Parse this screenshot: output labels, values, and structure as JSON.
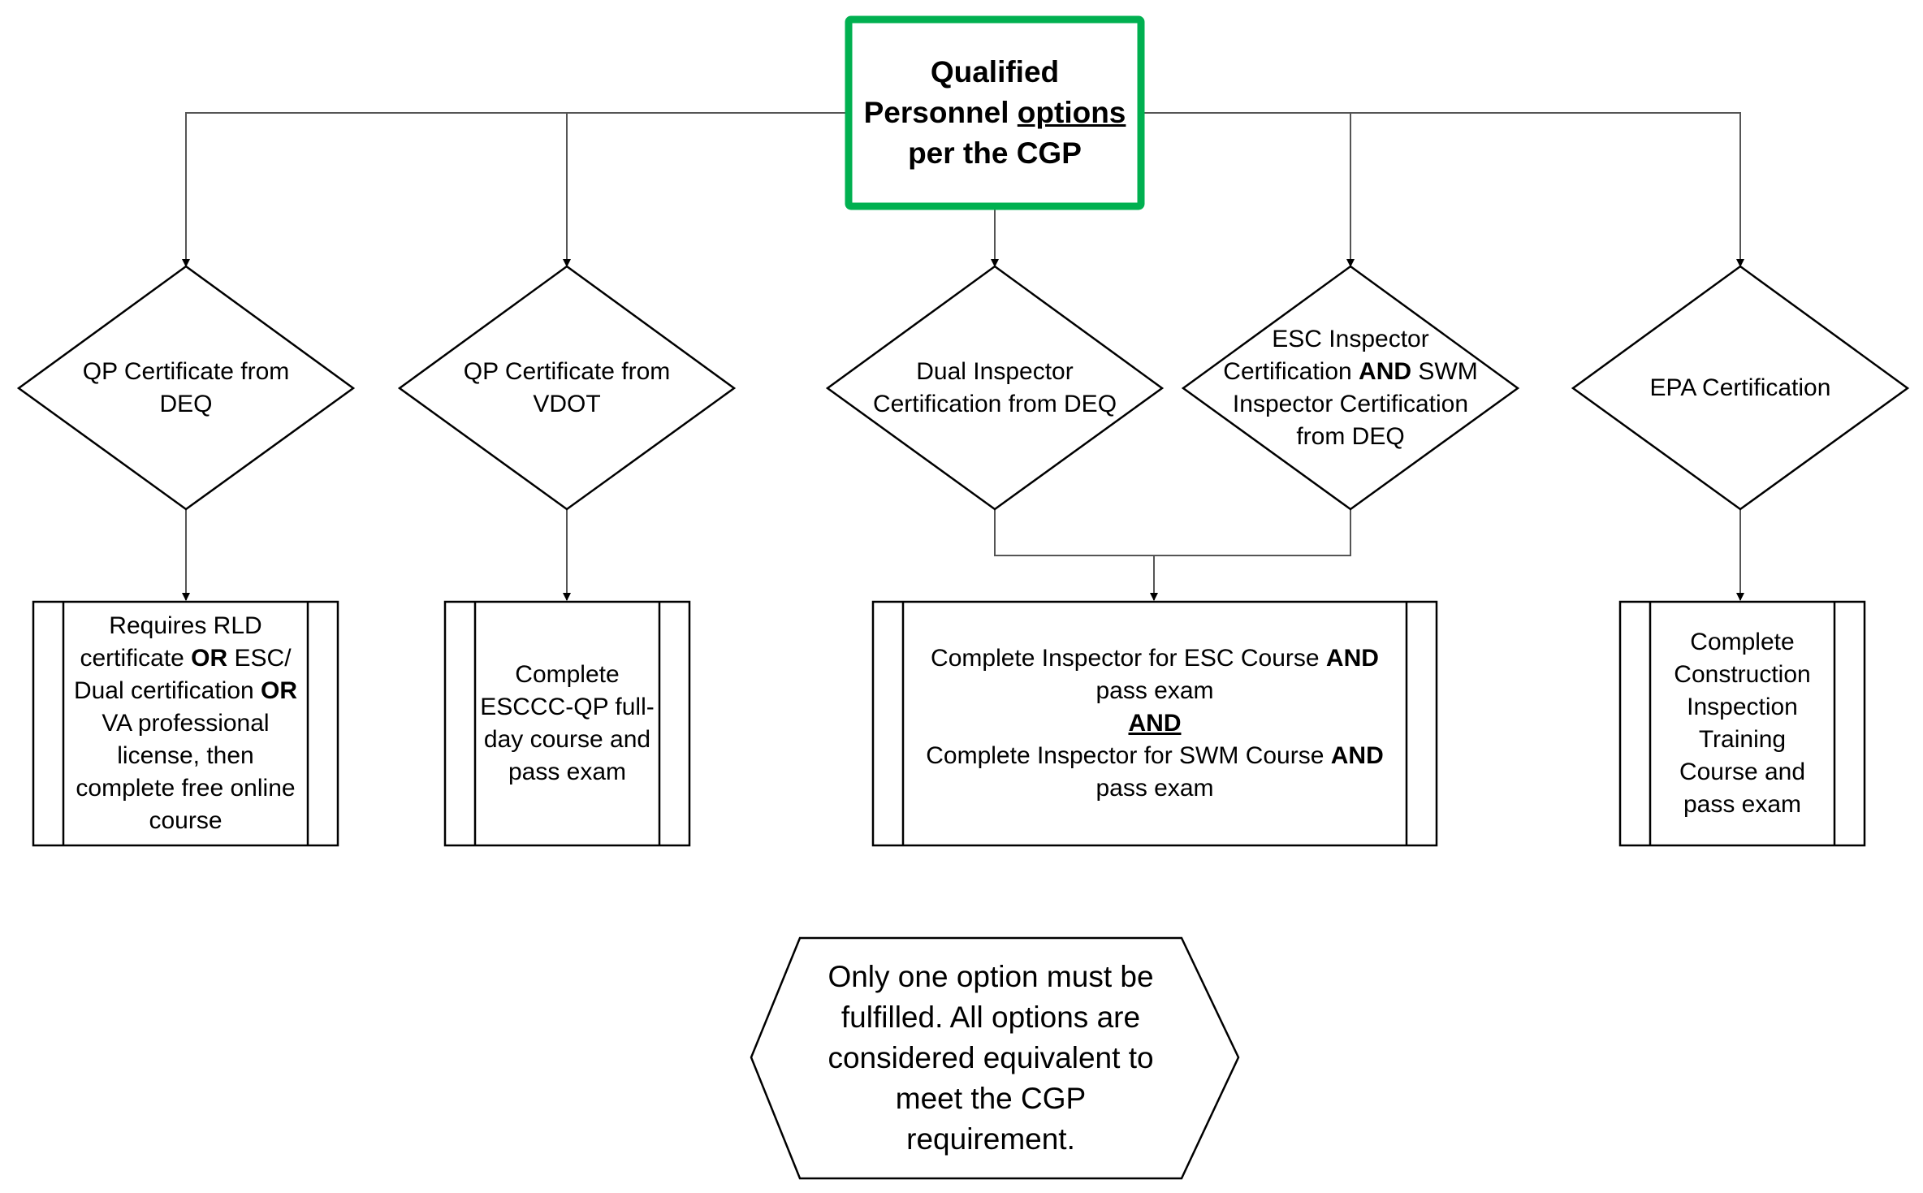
{
  "root": {
    "line1": "Qualified",
    "line2_pre": "Personnel ",
    "line2_u": "options",
    "line3": "per the CGP",
    "border_color": "#00b050"
  },
  "decisions": [
    {
      "id": "qp-deq",
      "lines": [
        "QP Certificate from",
        "DEQ"
      ]
    },
    {
      "id": "qp-vdot",
      "lines": [
        "QP Certificate from",
        "VDOT"
      ]
    },
    {
      "id": "dual",
      "lines": [
        "Dual Inspector",
        "Certification from DEQ"
      ]
    },
    {
      "id": "esc-swm",
      "l1": "ESC Inspector",
      "l2_pre": "Certification ",
      "l2_bold": "AND",
      "l2_post": " SWM",
      "l3": "Inspector Certification",
      "l4": "from DEQ"
    },
    {
      "id": "epa",
      "lines": [
        "EPA Certification"
      ]
    }
  ],
  "processes": {
    "p1": {
      "l1": "Requires RLD",
      "l2_pre": "certificate ",
      "l2_bold": "OR",
      "l2_post": " ESC/",
      "l3_pre": "Dual certification ",
      "l3_bold": "OR",
      "l4": "VA professional",
      "l5": "license, then",
      "l6": "complete free online",
      "l7": "course"
    },
    "p2": {
      "lines": [
        "Complete",
        "ESCCC-QP full-",
        "day course and",
        "pass exam"
      ]
    },
    "p3": {
      "l1_pre": "Complete Inspector for ESC Course ",
      "l1_bold": "AND",
      "l2": "pass exam",
      "l3": "AND",
      "l4_pre": "Complete Inspector for SWM Course ",
      "l4_bold": "AND",
      "l5": "pass exam"
    },
    "p4": {
      "lines": [
        "Complete",
        "Construction",
        "Inspection",
        "Training",
        "Course and",
        "pass exam"
      ]
    }
  },
  "note": {
    "lines": [
      "Only one option must be",
      "fulfilled. All options are",
      "considered equivalent to",
      "meet the CGP",
      "requirement."
    ]
  }
}
